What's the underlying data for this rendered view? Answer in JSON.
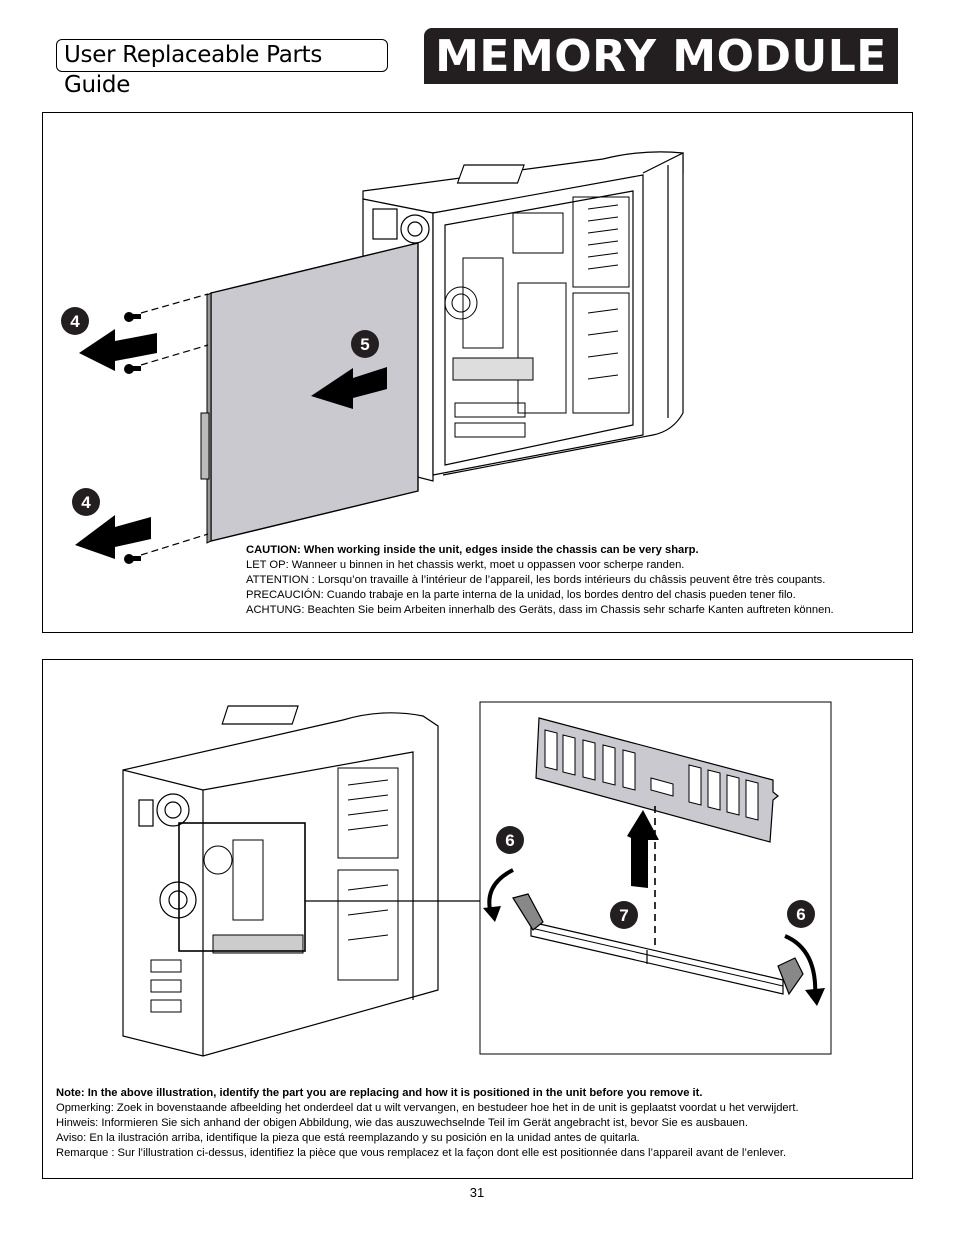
{
  "header": {
    "guide_label": "User Replaceable Parts Guide",
    "title": "MEMORY MODULE"
  },
  "panel_top": {
    "callouts": [
      "4",
      "5",
      "4"
    ],
    "caution": {
      "en": "CAUTION: When working inside the unit, edges inside the chassis can be very sharp.",
      "nl": "LET OP: Wanneer u binnen in het chassis werkt, moet u oppassen voor scherpe randen.",
      "fr": "ATTENTION : Lorsqu’on travaille à l’intérieur de l’appareil, les bords intérieurs du châssis peuvent être très coupants.",
      "es": "PRECAUCIÓN: Cuando trabaje en la parte interna de la unidad, los bordes dentro del chasis pueden tener filo.",
      "de": "ACHTUNG: Beachten Sie beim Arbeiten innerhalb des Geräts, dass im Chassis sehr scharfe Kanten auftreten können."
    }
  },
  "panel_bottom": {
    "callouts": [
      "6",
      "7",
      "6"
    ],
    "note": {
      "en": "Note:  In the above illustration, identify the part you are replacing and how it is positioned in the unit before you remove it.",
      "nl": "Opmerking:  Zoek in bovenstaande afbeelding het onderdeel dat u wilt vervangen, en bestudeer hoe het in de unit is geplaatst voordat u het verwijdert.",
      "de": "Hinweis:  Informieren Sie sich anhand der obigen Abbildung, wie das auszuwechselnde Teil im Gerät angebracht ist, bevor Sie es ausbauen.",
      "es": "Aviso:  En la ilustración arriba, identifique la pieza que está reemplazando y su posición en la unidad antes de quitarla.",
      "fr": "Remarque : Sur l’illustration ci-dessus, identifiez la pièce que vous remplacez et la façon dont elle est positionnée dans l’appareil avant de l’enlever."
    }
  },
  "footer": {
    "page_number": "31"
  }
}
